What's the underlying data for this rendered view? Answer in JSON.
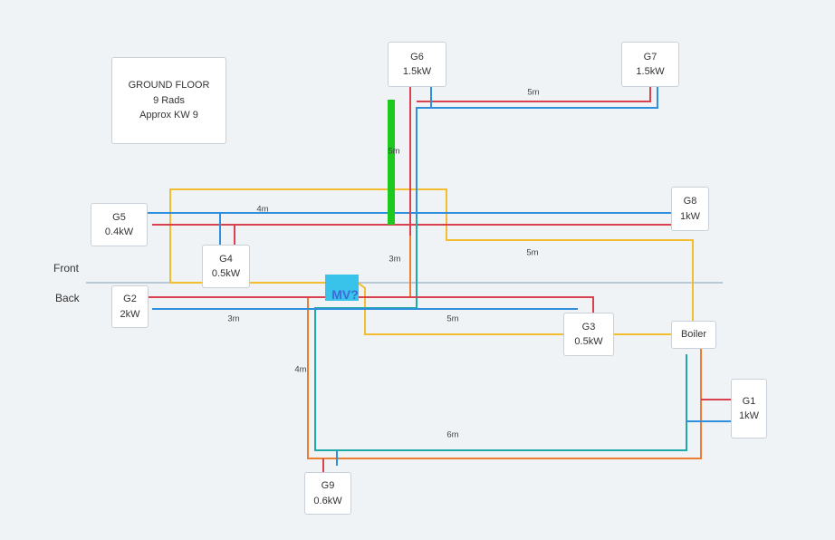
{
  "info": {
    "line1": "GROUND FLOOR",
    "line2": "9 Rads",
    "line3": "Approx KW 9"
  },
  "zones": {
    "front": "Front",
    "back": "Back"
  },
  "valve_label": "MV?",
  "colors": {
    "flow": "#d9414f",
    "return": "#2f8fdc",
    "yellow": "#f4bd2f",
    "orange": "#ea7f33",
    "teal": "#1eaaa6",
    "green": "#1ec81e",
    "valve": "#39c2ea",
    "divider": "#b8c8d6"
  },
  "radiators": {
    "g1": {
      "name": "G1",
      "power": "1kW"
    },
    "g2": {
      "name": "G2",
      "power": "2kW"
    },
    "g3": {
      "name": "G3",
      "power": "0.5kW"
    },
    "g4": {
      "name": "G4",
      "power": "0.5kW"
    },
    "g5": {
      "name": "G5",
      "power": "0.4kW"
    },
    "g6": {
      "name": "G6",
      "power": "1.5kW"
    },
    "g7": {
      "name": "G7",
      "power": "1.5kW"
    },
    "g8": {
      "name": "G8",
      "power": "1kW"
    },
    "g9": {
      "name": "G9",
      "power": "0.6kW"
    }
  },
  "boiler": "Boiler",
  "distances": {
    "g6_g7": "5m",
    "vertical_top": "5m",
    "g5_run": "4m",
    "g8_yellow": "5m",
    "center": "3m",
    "g2_run": "3m",
    "g3_run": "5m",
    "left_drop": "4m",
    "bottom_run": "6m"
  }
}
